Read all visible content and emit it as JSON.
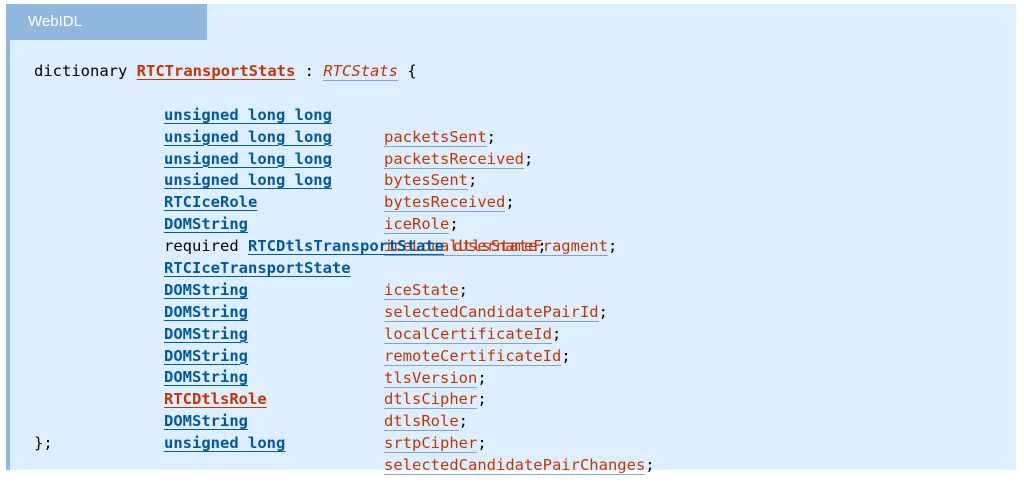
{
  "tab": {
    "label": "WebIDL"
  },
  "dictionary": {
    "keyword": "dictionary",
    "name": "RTCTransportStats",
    "colon": ":",
    "parent": "RTCStats",
    "open_brace": "{",
    "close": "};"
  },
  "members": [
    {
      "type": "unsigned long long",
      "name": "packetsSent"
    },
    {
      "type": "unsigned long long",
      "name": "packetsReceived"
    },
    {
      "type": "unsigned long long",
      "name": "bytesSent"
    },
    {
      "type": "unsigned long long",
      "name": "bytesReceived"
    },
    {
      "type": "RTCIceRole",
      "name": "iceRole"
    },
    {
      "type": "DOMString",
      "name": "iceLocalUsernameFragment"
    },
    {
      "required": "required",
      "type": "RTCDtlsTransportState",
      "name": "dtlsState"
    },
    {
      "type": "RTCIceTransportState",
      "name": "iceState"
    },
    {
      "type": "DOMString",
      "name": "selectedCandidatePairId"
    },
    {
      "type": "DOMString",
      "name": "localCertificateId"
    },
    {
      "type": "DOMString",
      "name": "remoteCertificateId"
    },
    {
      "type": "DOMString",
      "name": "tlsVersion"
    },
    {
      "type": "DOMString",
      "name": "dtlsCipher"
    },
    {
      "type": "RTCDtlsRole",
      "name": "dtlsRole"
    },
    {
      "type": "DOMString",
      "name": "srtpCipher"
    },
    {
      "type": "unsigned long",
      "name": "selectedCandidatePairChanges"
    }
  ],
  "semicolon": ";",
  "colors": {
    "block_background": "#ddeeff",
    "tab_background": "#90b8de",
    "type_link": "#005a9c",
    "member_name": "#c63501"
  }
}
